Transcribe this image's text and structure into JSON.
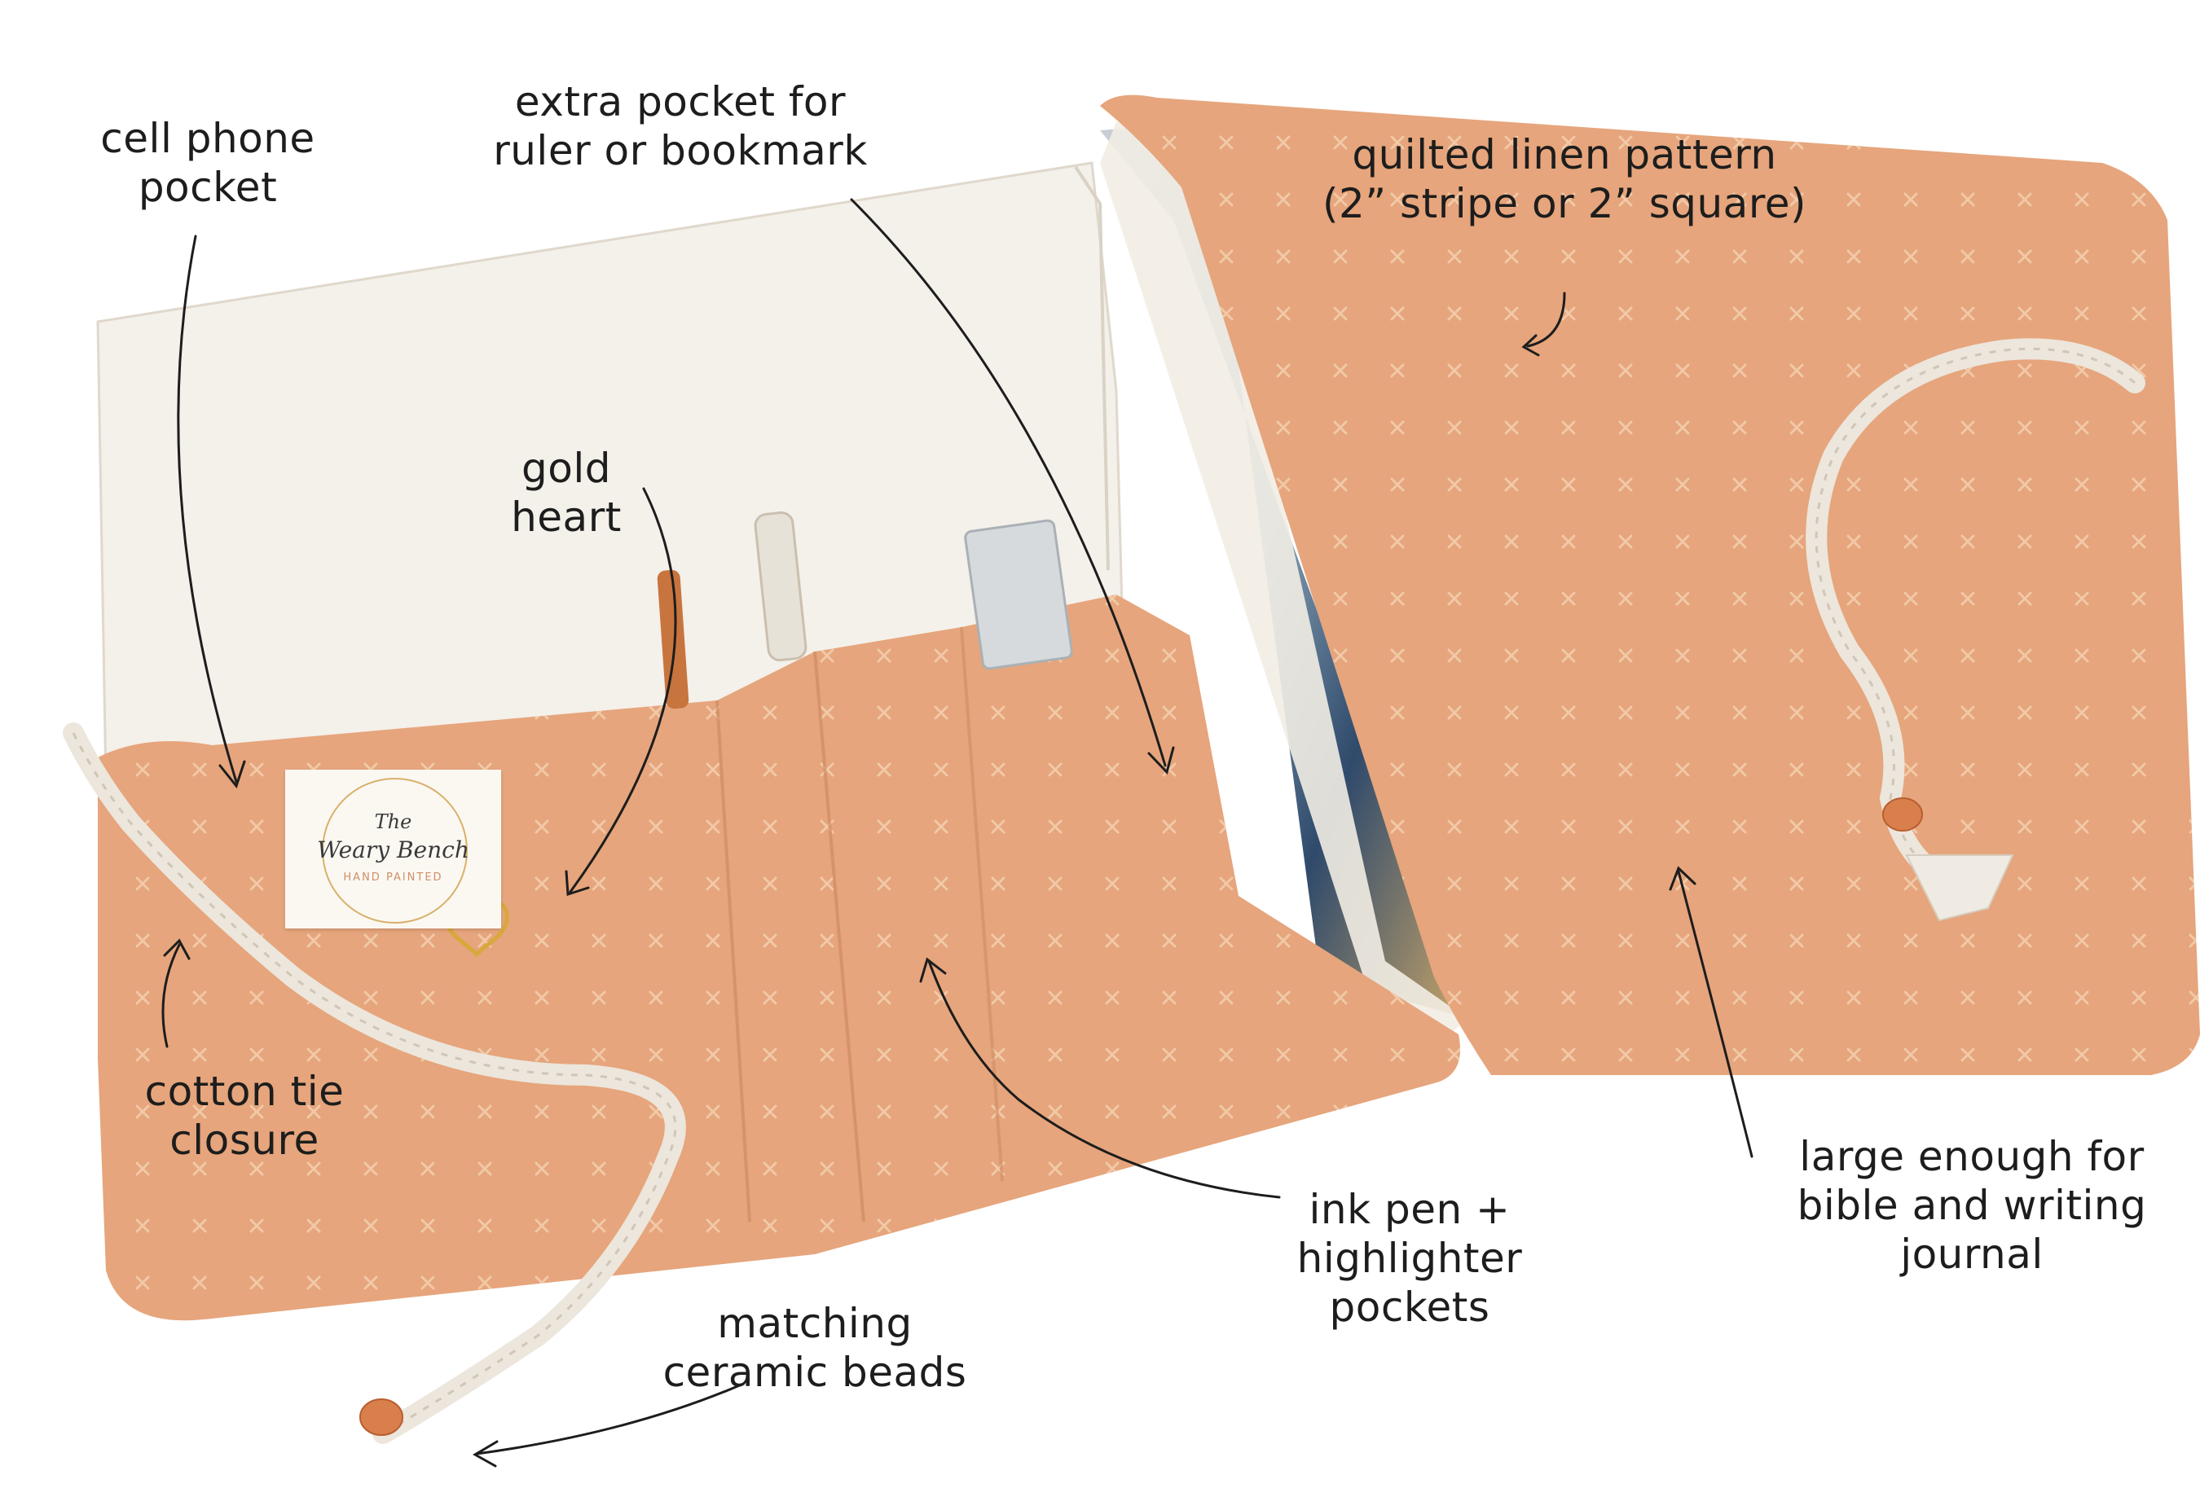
{
  "annotations": {
    "cell_phone_pocket": [
      "cell phone",
      "pocket"
    ],
    "extra_pocket": [
      "extra pocket for",
      "ruler or bookmark"
    ],
    "quilted_pattern": [
      "quilted linen pattern",
      "(2” stripe or 2” square)"
    ],
    "gold_heart": [
      "gold",
      "heart"
    ],
    "cotton_tie": [
      "cotton tie",
      "closure"
    ],
    "ink_pen": [
      "ink pen +",
      "highlighter",
      "pockets"
    ],
    "large_enough": [
      "large enough for",
      "bible and writing",
      "journal"
    ],
    "ceramic_beads": [
      "matching",
      "ceramic beads"
    ]
  },
  "brand_label": {
    "line1": "The",
    "line2": "Weary Bench",
    "line3": "HAND PAINTED"
  },
  "colors": {
    "fabric": "#e6a57c",
    "fabric_dark": "#d08f68",
    "lining": "#f4f0ea",
    "cord": "#ece6dc",
    "ink": "#1d1d1d",
    "gold": "#d9a83c"
  }
}
